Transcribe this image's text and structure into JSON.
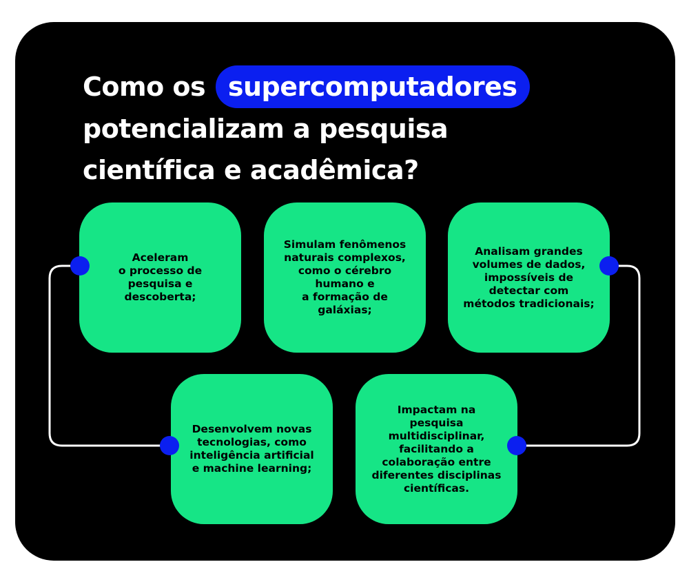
{
  "title": {
    "prefix": "Como os ",
    "highlight": "supercomputadores",
    "line2": "potencializam a pesquisa",
    "line3": "científica e acadêmica?"
  },
  "steps": [
    {
      "text": "Aceleram\no processo de\npesquisa e\ndescoberta;"
    },
    {
      "text": "Simulam fenômenos\nnaturais complexos,\ncomo o cérebro\nhumano e\na formação de\ngaláxias;"
    },
    {
      "text": "Analisam grandes\nvolumes de dados,\nimpossíveis de\ndetectar com\nmétodos tradicionais;"
    },
    {
      "text": "Desenvolvem novas\ntecnologias, como\ninteligência artificial\ne machine learning;"
    },
    {
      "text": "Impactam na\npesquisa\nmultidisciplinar,\nfacilitando a\ncolaboração entre\ndiferentes disciplinas\ncientíficas."
    }
  ],
  "colors": {
    "background": "#000000",
    "box": "#16e586",
    "accent": "#0b1ff0",
    "connector": "#ffffff"
  }
}
